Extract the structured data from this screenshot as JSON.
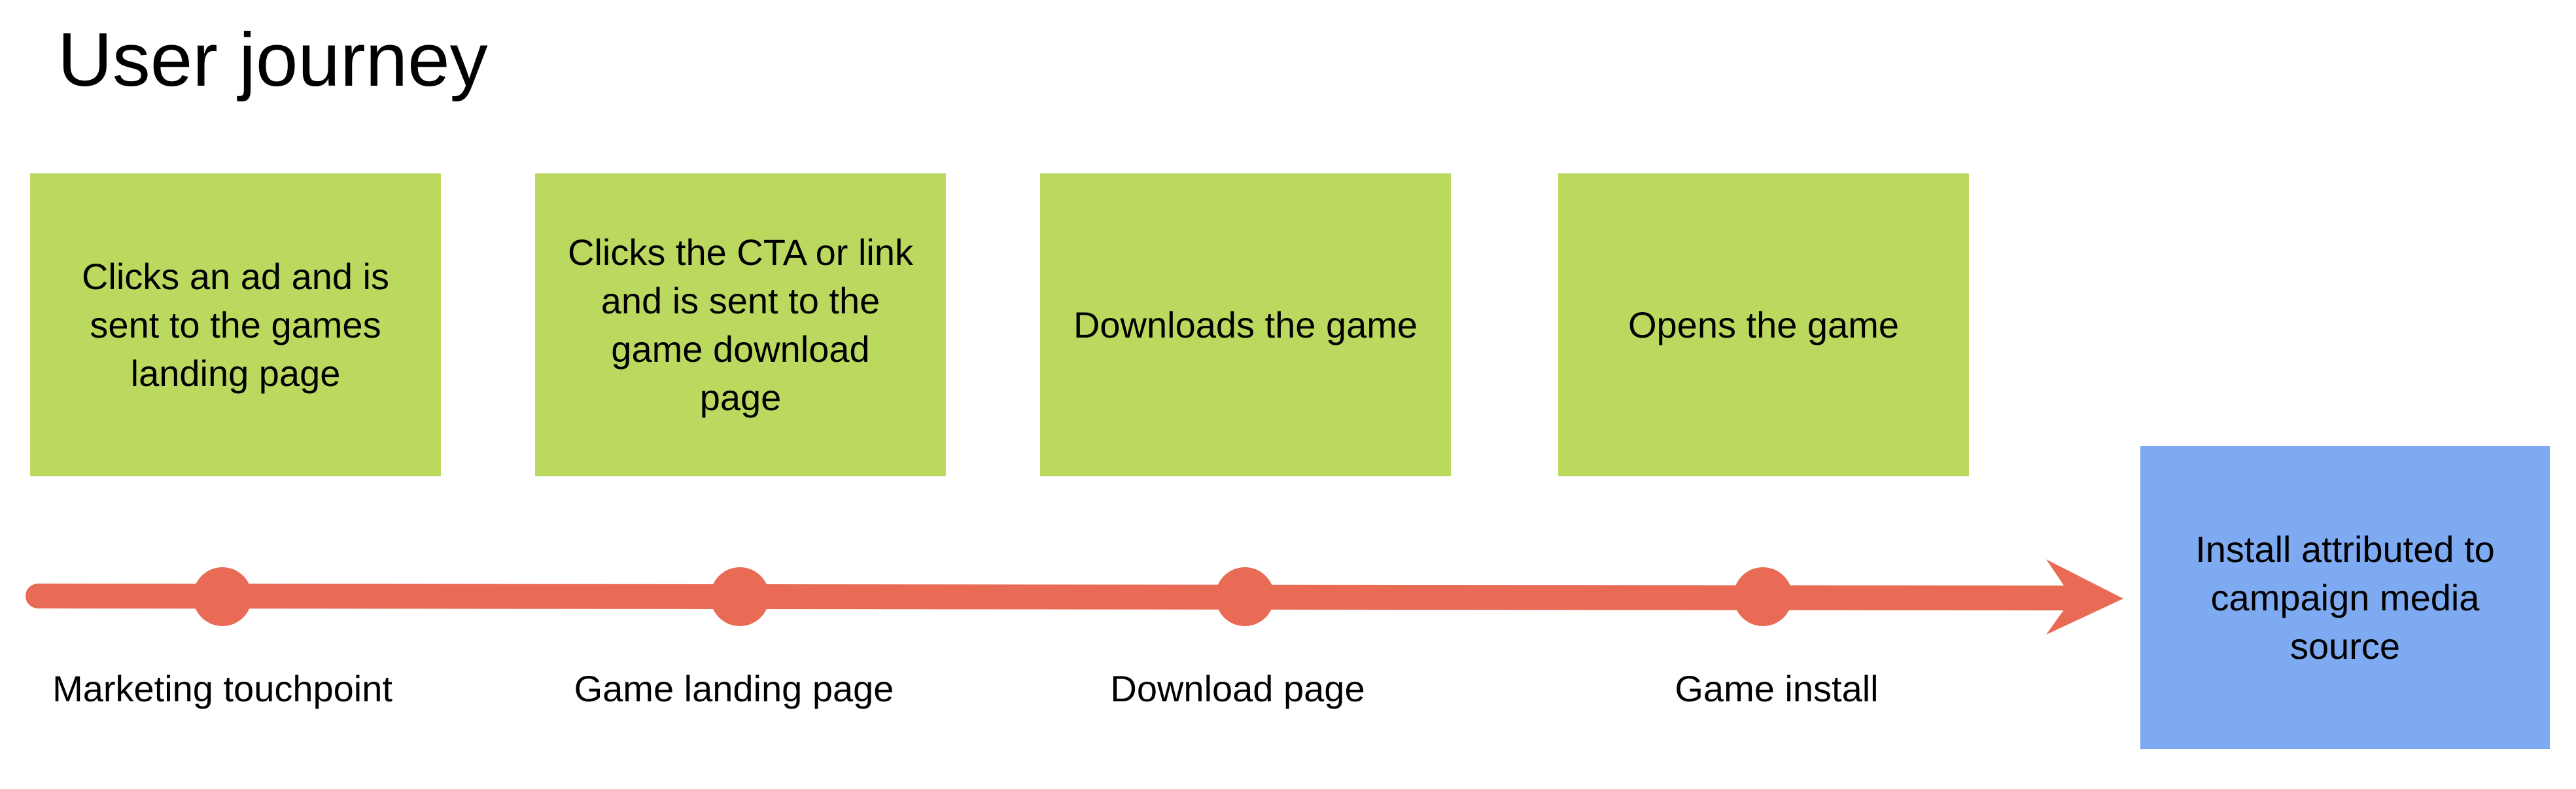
{
  "title": "User journey",
  "steps": [
    {
      "text": "Clicks an ad and is sent to the games landing page",
      "stage": "Marketing touchpoint"
    },
    {
      "text": "Clicks the CTA or link and is sent to the game download page",
      "stage": "Game landing page"
    },
    {
      "text": "Downloads the game",
      "stage": "Download page"
    },
    {
      "text": "Opens the game",
      "stage": "Game install"
    }
  ],
  "outcome": {
    "text": "Install attributed to campaign media source"
  },
  "colors": {
    "step_fill": "#bcd95f",
    "outcome_fill": "#7eaaf2",
    "timeline": "#e96a55"
  }
}
